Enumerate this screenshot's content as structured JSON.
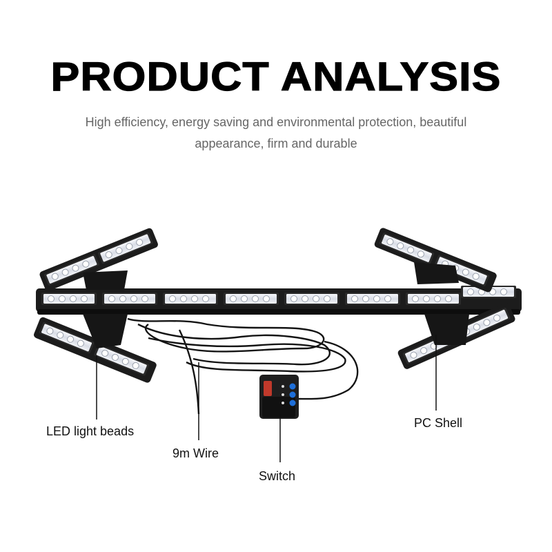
{
  "header": {
    "title": "PRODUCT ANALYSIS",
    "subtitle": "High efficiency, energy saving and environmental protection, beautiful appearance, firm and durable"
  },
  "callouts": {
    "led": "LED light beads",
    "wire": "9m Wire",
    "switch": "Switch",
    "shell": "PC Shell"
  },
  "colors": {
    "background": "#ffffff",
    "bar_housing": "#1c1c1c",
    "led_lens": "#e9ecf3",
    "switch_buttons": "#1e6fd9",
    "switch_rocker": "#c0392b"
  }
}
